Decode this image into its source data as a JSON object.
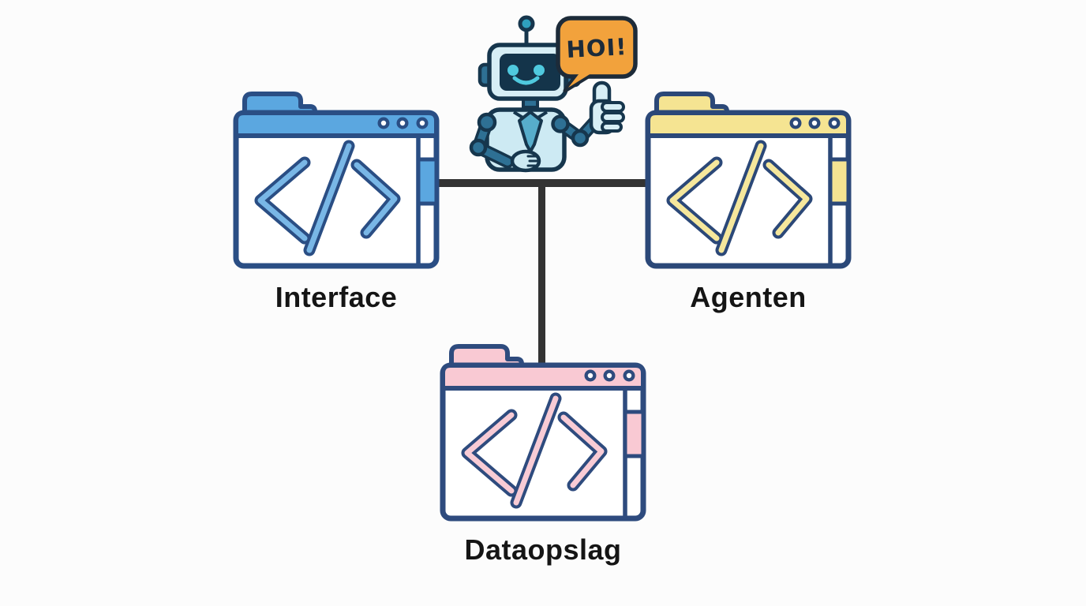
{
  "diagram": {
    "background_color": "#FCFCFC",
    "connector_color": "#333333",
    "label_color": "#151515",
    "nodes": [
      {
        "id": "interface",
        "label": "Interface",
        "icon": "code-window-icon",
        "accent": "#5BA7E0",
        "glyph_accent": "#79B7E6",
        "outline": "#2A4E84"
      },
      {
        "id": "agenten",
        "label": "Agenten",
        "icon": "code-window-icon",
        "accent": "#F5E492",
        "glyph_accent": "#F5E79C",
        "outline": "#2B4878"
      },
      {
        "id": "dataopslag",
        "label": "Dataopslag",
        "icon": "code-window-icon",
        "accent": "#F9C9D3",
        "glyph_accent": "#F8CBD5",
        "outline": "#2E4B7E"
      }
    ],
    "mascot": {
      "type": "robot",
      "speech_bubble": {
        "text": "HOI!",
        "bubble_color": "#F2A23C",
        "bubble_outline": "#1D2B39",
        "text_color": "#1C2B3A"
      }
    }
  }
}
